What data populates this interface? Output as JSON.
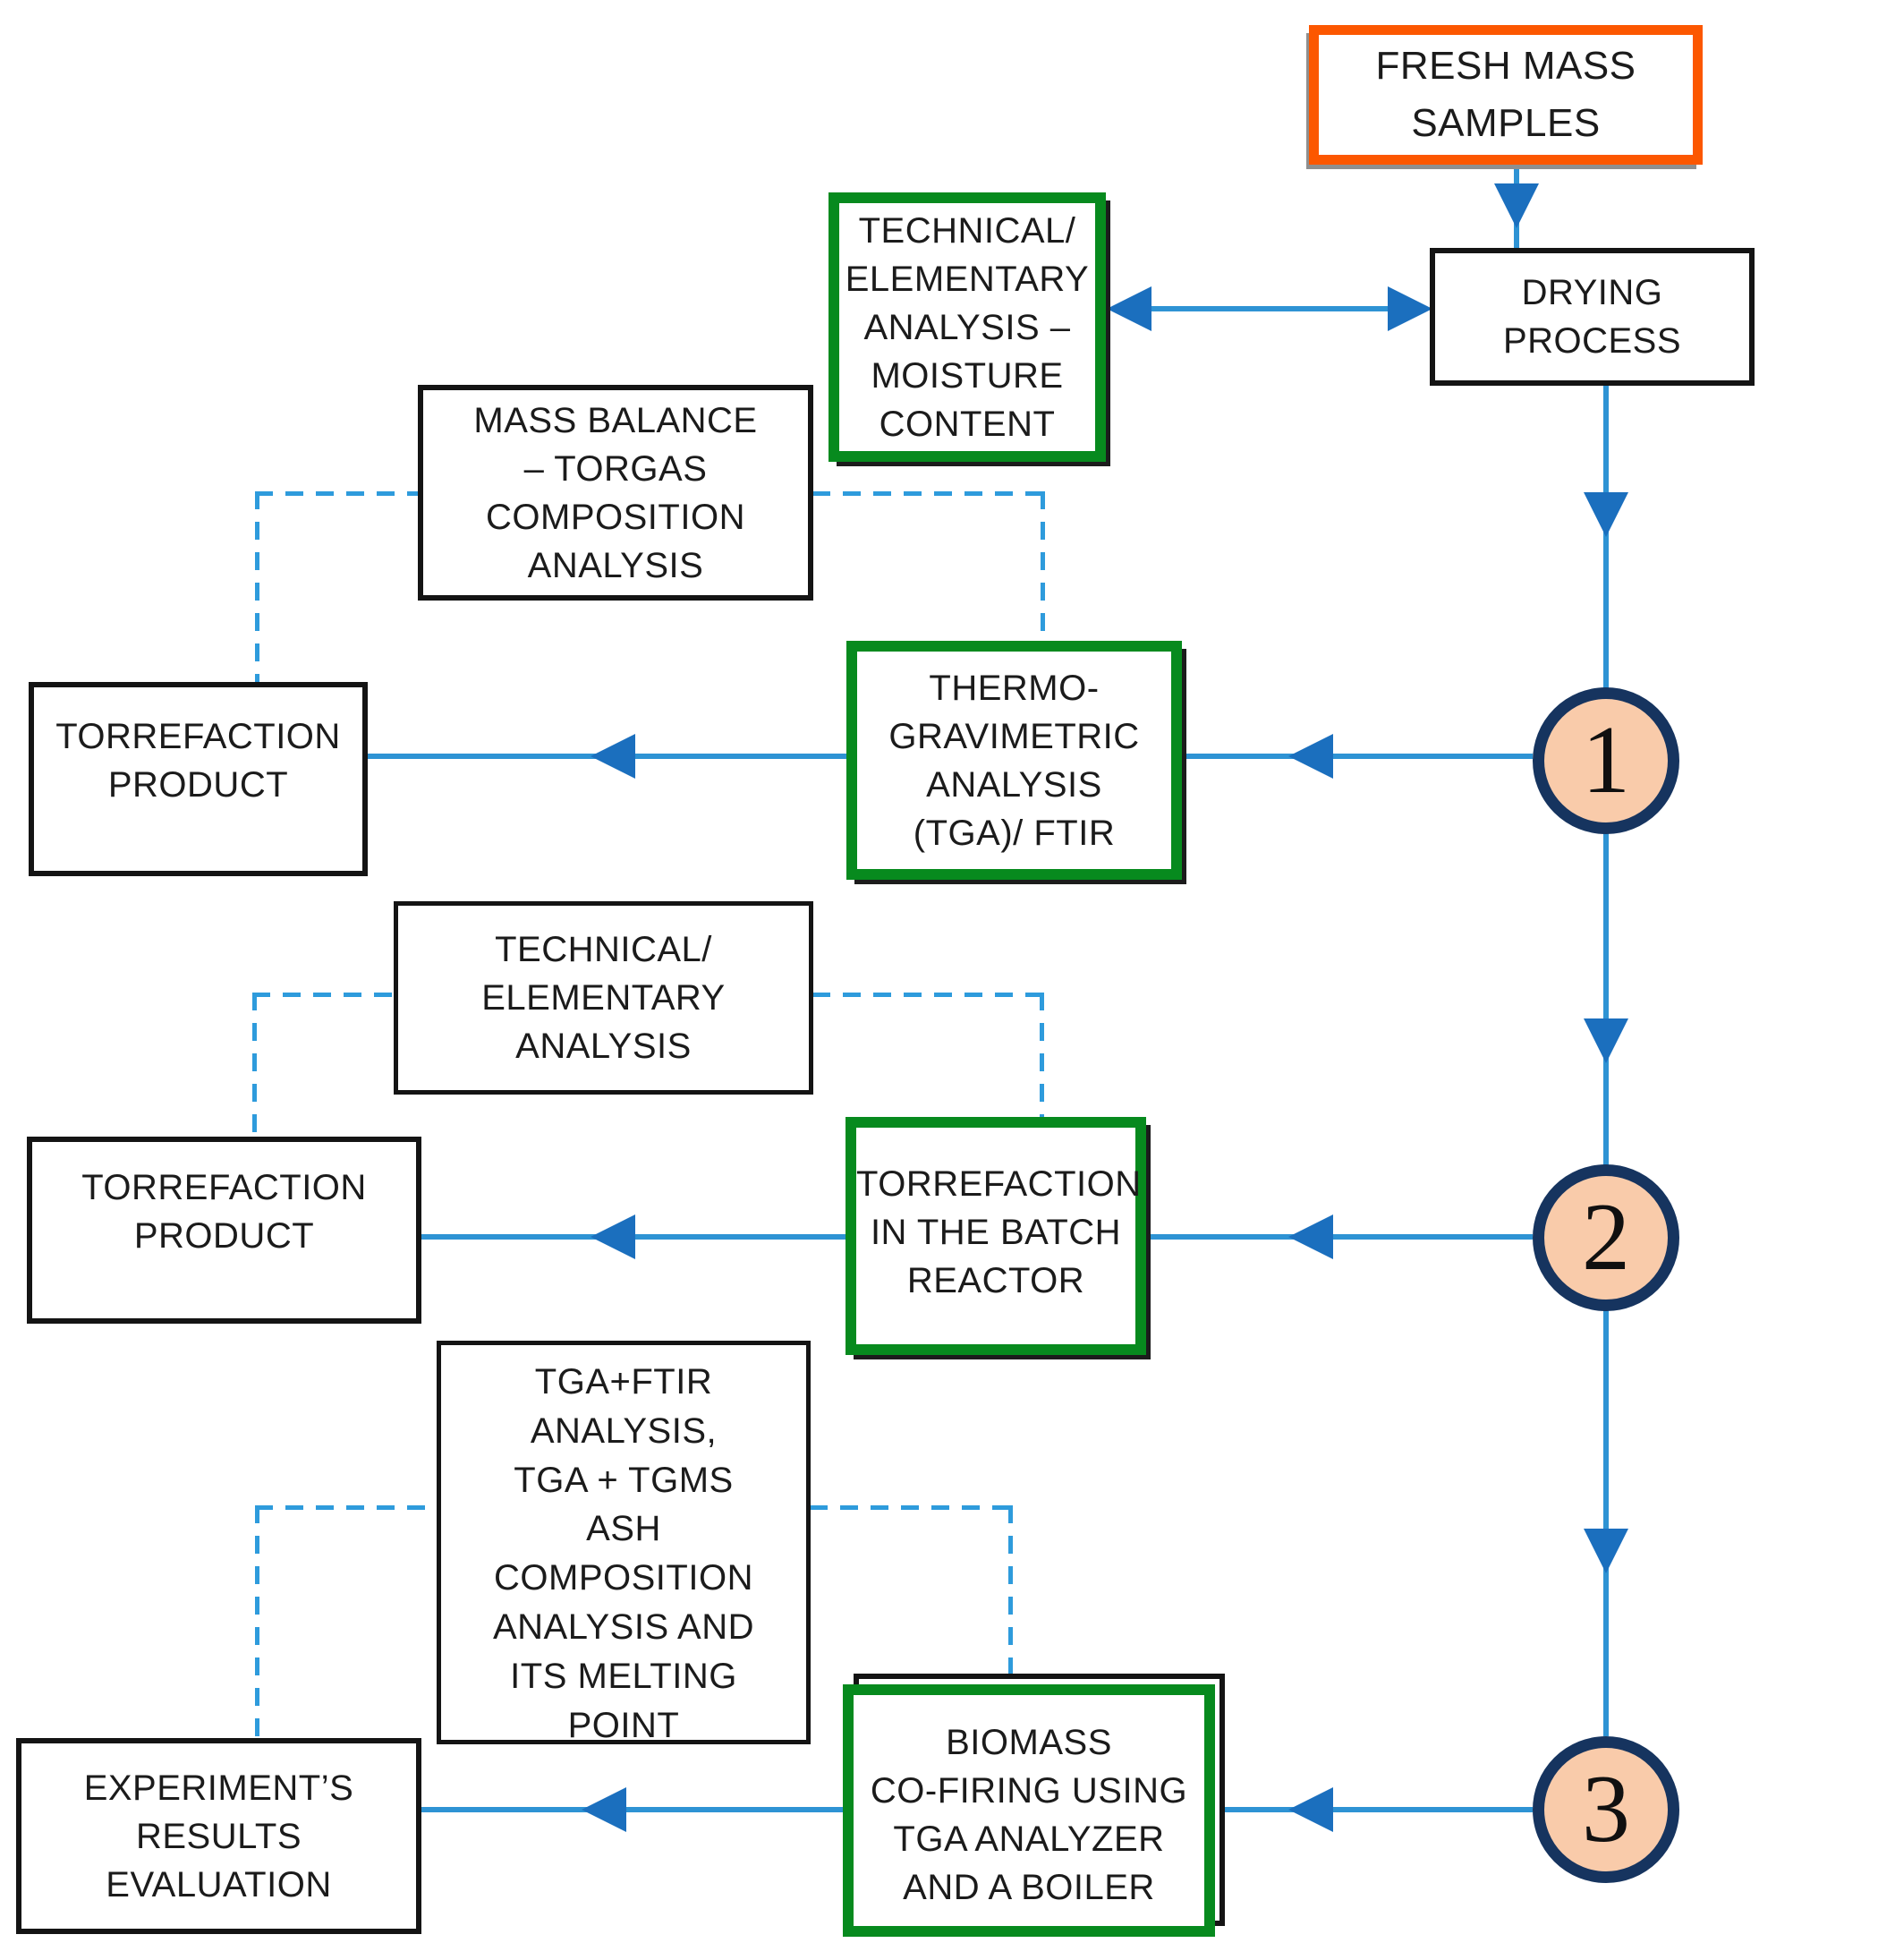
{
  "diagram": {
    "type": "flowchart",
    "colors": {
      "connector_blue": "#2e93d4",
      "arrowhead_blue": "#1b6fbe",
      "dashed_blue": "#2e9bdc",
      "green_border": "#078a1e",
      "orange_border": "#fc5700",
      "circle_border_navy": "#16345f",
      "circle_fill_peach": "#f9cbaa",
      "box_border_black": "#141414",
      "text": "#1b1b1b"
    },
    "nodes": {
      "fresh_mass": {
        "label": "FRESH MASS\nSAMPLES"
      },
      "drying": {
        "label": "DRYING\nPROCESS"
      },
      "moisture_analysis": {
        "label": "TECHNICAL/\nELEMENTARY\nANALYSIS –\nMOISTURE\nCONTENT"
      },
      "mass_balance": {
        "label": "MASS BALANCE\n– TORGAS\nCOMPOSITION\nANALYSIS"
      },
      "tga_ftir": {
        "label": "THERMO-\nGRAVIMETRIC\nANALYSIS\n(TGA)/ FTIR"
      },
      "torrefaction_product_1": {
        "label": "TORREFACTION\nPRODUCT"
      },
      "technical_elementary": {
        "label": "TECHNICAL/\nELEMENTARY\nANALYSIS"
      },
      "batch_reactor": {
        "label": "TORREFACTION\nIN THE BATCH\nREACTOR"
      },
      "torrefaction_product_2": {
        "label": "TORREFACTION\nPRODUCT"
      },
      "tga_tgms": {
        "label": "TGA+FTIR\nANALYSIS,\nTGA + TGMS\nASH\nCOMPOSITION\nANALYSIS AND\nITS MELTING\nPOINT"
      },
      "biomass_cofiring": {
        "label": "BIOMASS\nCO-FIRING USING\nTGA ANALYZER\nAND A BOILER"
      },
      "experiments_eval": {
        "label": "EXPERIMENT’S\nRESULTS\nEVALUATION"
      }
    },
    "markers": {
      "step1": "1",
      "step2": "2",
      "step3": "3"
    }
  }
}
